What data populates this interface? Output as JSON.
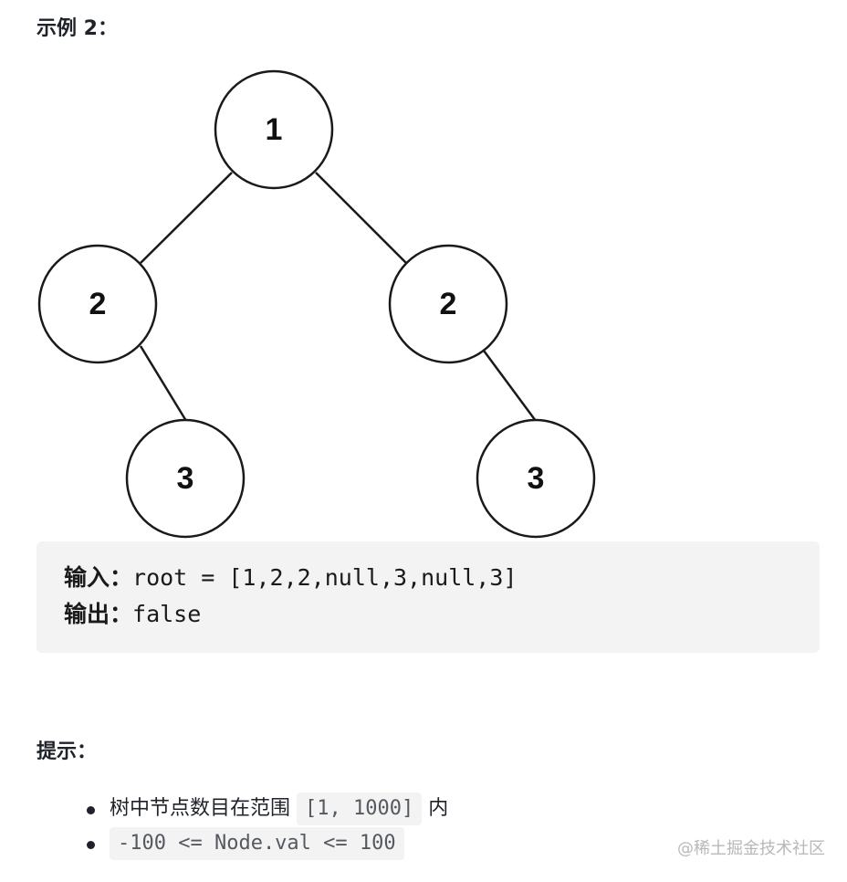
{
  "example": {
    "heading": "示例 2："
  },
  "tree": {
    "nodes": [
      {
        "id": "root",
        "value": "1"
      },
      {
        "id": "left",
        "value": "2"
      },
      {
        "id": "right",
        "value": "2"
      },
      {
        "id": "left-right",
        "value": "3"
      },
      {
        "id": "right-right",
        "value": "3"
      }
    ],
    "edges": [
      [
        "root",
        "left"
      ],
      [
        "root",
        "right"
      ],
      [
        "left",
        "left-right"
      ],
      [
        "right",
        "right-right"
      ]
    ]
  },
  "io": {
    "input_label": "输入：",
    "input_value": "root = [1,2,2,null,3,null,3]",
    "output_label": "输出：",
    "output_value": "false"
  },
  "hints": {
    "heading": "提示：",
    "items": [
      {
        "before": "树中节点数目在范围 ",
        "code": "[1, 1000]",
        "after": " 内"
      },
      {
        "before": "",
        "code": "-100 <= Node.val <= 100",
        "after": ""
      }
    ]
  },
  "watermark": "@稀土掘金技术社区"
}
